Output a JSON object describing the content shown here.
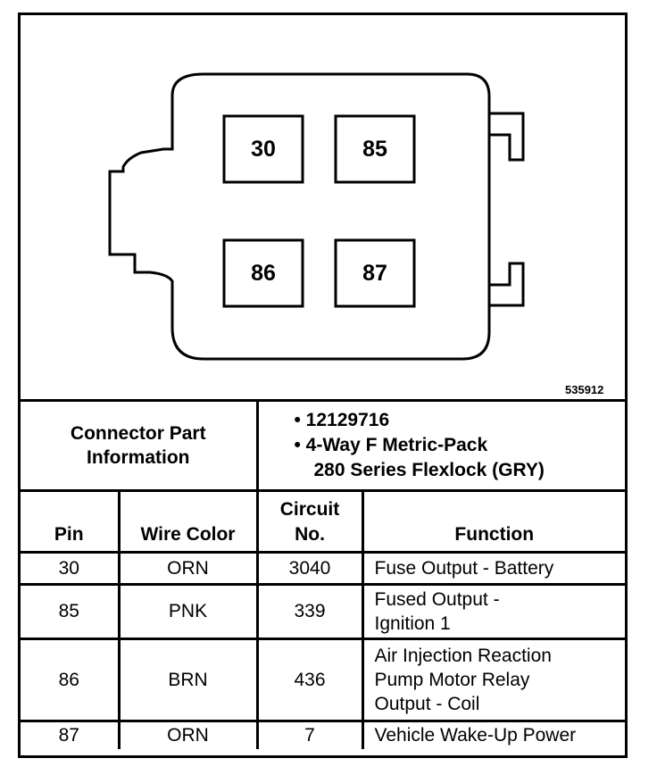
{
  "diagram": {
    "pins": [
      {
        "label": "30"
      },
      {
        "label": "85"
      },
      {
        "label": "86"
      },
      {
        "label": "87"
      }
    ],
    "figure_id": "535912"
  },
  "connector_info": {
    "label_line1": "Connector Part",
    "label_line2": "Information",
    "part_number": "• 12129716",
    "description_line1": "• 4-Way F Metric-Pack",
    "description_line2": "280 Series Flexlock (GRY)"
  },
  "table": {
    "headers": {
      "pin": "Pin",
      "wire_color": "Wire Color",
      "circuit_line1": "Circuit",
      "circuit_line2": "No.",
      "function": "Function"
    },
    "rows": [
      {
        "pin": "30",
        "wire_color": "ORN",
        "circuit": "3040",
        "function_lines": [
          "Fuse Output - Battery"
        ]
      },
      {
        "pin": "85",
        "wire_color": "PNK",
        "circuit": "339",
        "function_lines": [
          "Fused Output -",
          "Ignition 1"
        ]
      },
      {
        "pin": "86",
        "wire_color": "BRN",
        "circuit": "436",
        "function_lines": [
          "Air Injection Reaction",
          "Pump Motor Relay",
          "Output - Coil"
        ]
      },
      {
        "pin": "87",
        "wire_color": "ORN",
        "circuit": "7",
        "function_lines": [
          "Vehicle Wake-Up Power"
        ]
      }
    ]
  }
}
